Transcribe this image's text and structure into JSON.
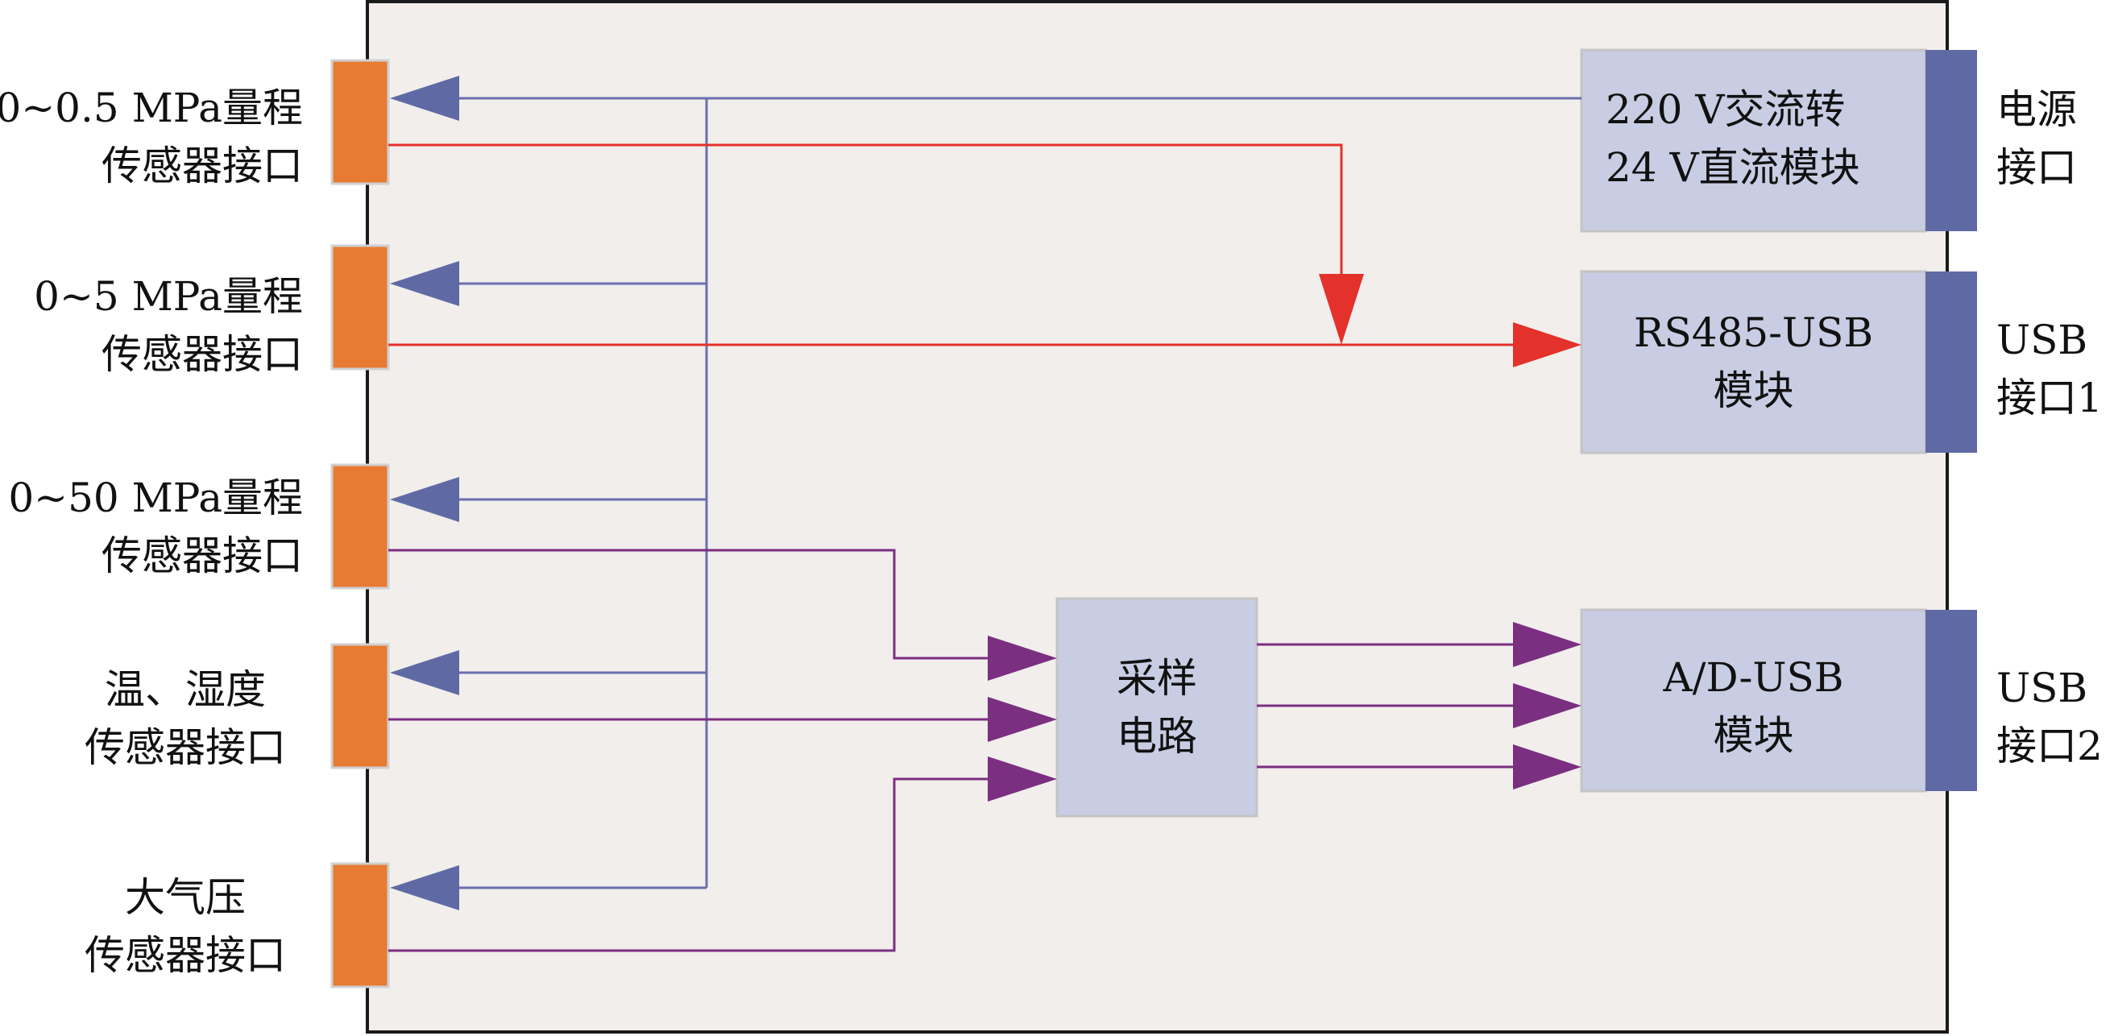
{
  "colors": {
    "board_fill": "#f1eeec",
    "board_stroke": "#1a1a1a",
    "sensor_port": "#e87b33",
    "module_fill": "#c8cde3",
    "module_connector": "#5f6aa5",
    "power_line": "#6a6faf",
    "rs485_line": "#e4312b",
    "signal_line": "#7b2f80"
  },
  "sensors": [
    {
      "line1": "0~0.5 MPa量程",
      "line2": "传感器接口"
    },
    {
      "line1": "0~5 MPa量程",
      "line2": "传感器接口"
    },
    {
      "line1": "0~50 MPa量程",
      "line2": "传感器接口"
    },
    {
      "line1": "温、湿度",
      "line2": "传感器接口"
    },
    {
      "line1": "大气压",
      "line2": "传感器接口"
    }
  ],
  "modules": {
    "power": {
      "line1": "220 V交流转",
      "line2": "24 V直流模块"
    },
    "rs485": {
      "line1": "RS485-USB",
      "line2": "模块"
    },
    "adc": {
      "line1": "A/D-USB",
      "line2": "模块"
    },
    "sampling": {
      "line1": "采样",
      "line2": "电路"
    }
  },
  "ports": {
    "power": {
      "line1": "电源",
      "line2": "接口"
    },
    "usb1": {
      "line1": "USB",
      "line2": "接口1"
    },
    "usb2": {
      "line1": "USB",
      "line2": "接口2"
    }
  }
}
